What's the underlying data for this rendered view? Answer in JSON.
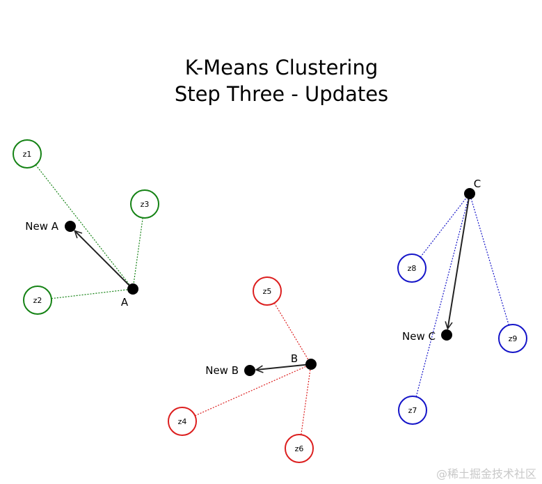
{
  "title": {
    "line1": "K-Means Clustering",
    "line2": "Step Three - Updates"
  },
  "colors": {
    "cluster_a": "#148214",
    "cluster_b": "#dc1e1e",
    "cluster_c": "#1414c8",
    "centroid": "#000000",
    "arrow": "#222222"
  },
  "points": [
    {
      "label": "z1",
      "cluster": "a"
    },
    {
      "label": "z2",
      "cluster": "a"
    },
    {
      "label": "z3",
      "cluster": "a"
    },
    {
      "label": "z4",
      "cluster": "b"
    },
    {
      "label": "z5",
      "cluster": "b"
    },
    {
      "label": "z6",
      "cluster": "b"
    },
    {
      "label": "z7",
      "cluster": "c"
    },
    {
      "label": "z8",
      "cluster": "c"
    },
    {
      "label": "z9",
      "cluster": "c"
    }
  ],
  "centroids": [
    {
      "label": "A",
      "new_label": "New A",
      "cluster": "a"
    },
    {
      "label": "B",
      "new_label": "New B",
      "cluster": "b"
    },
    {
      "label": "C",
      "new_label": "New C",
      "cluster": "c"
    }
  ],
  "watermark": "@稀土掘金技术社区"
}
